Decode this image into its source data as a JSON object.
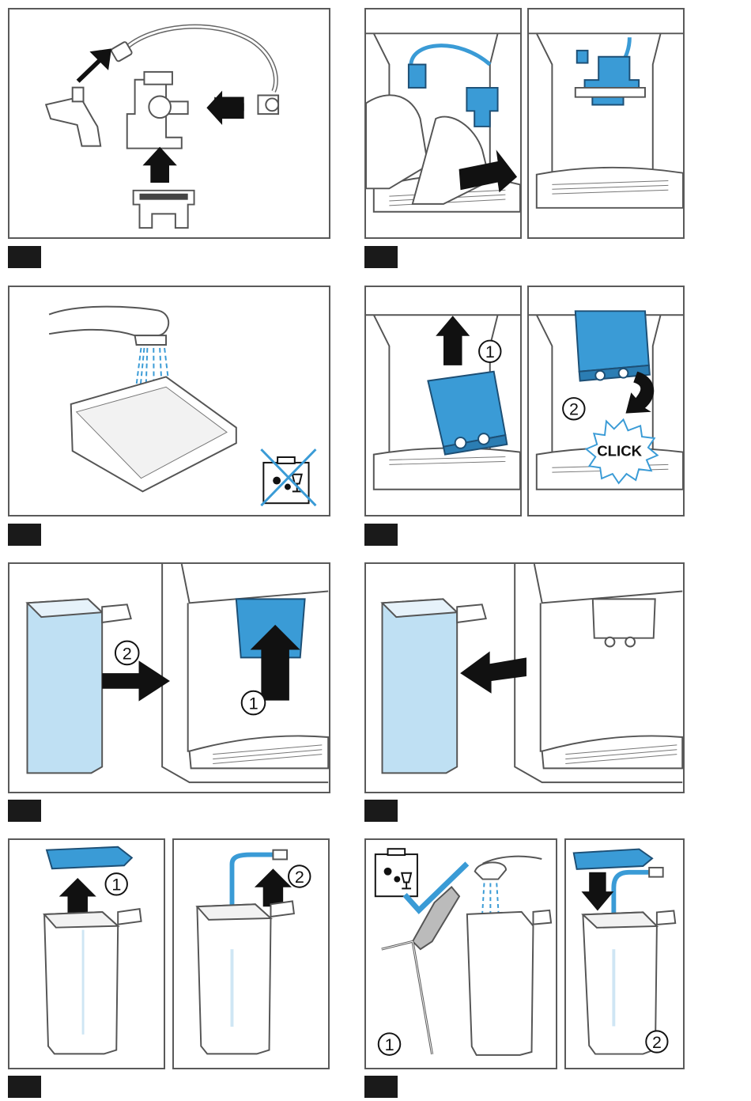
{
  "labels": {
    "one": "1",
    "two": "2",
    "click": "CLICK"
  },
  "colors": {
    "accent_blue": "#3a9bd6",
    "light_blue": "#bfe0f3",
    "line": "#555555",
    "arrow": "#111111",
    "step_bar": "#1a1a1a"
  },
  "icons": [
    "no-dishwasher-icon",
    "dishwasher-safe-icon",
    "check-icon"
  ]
}
